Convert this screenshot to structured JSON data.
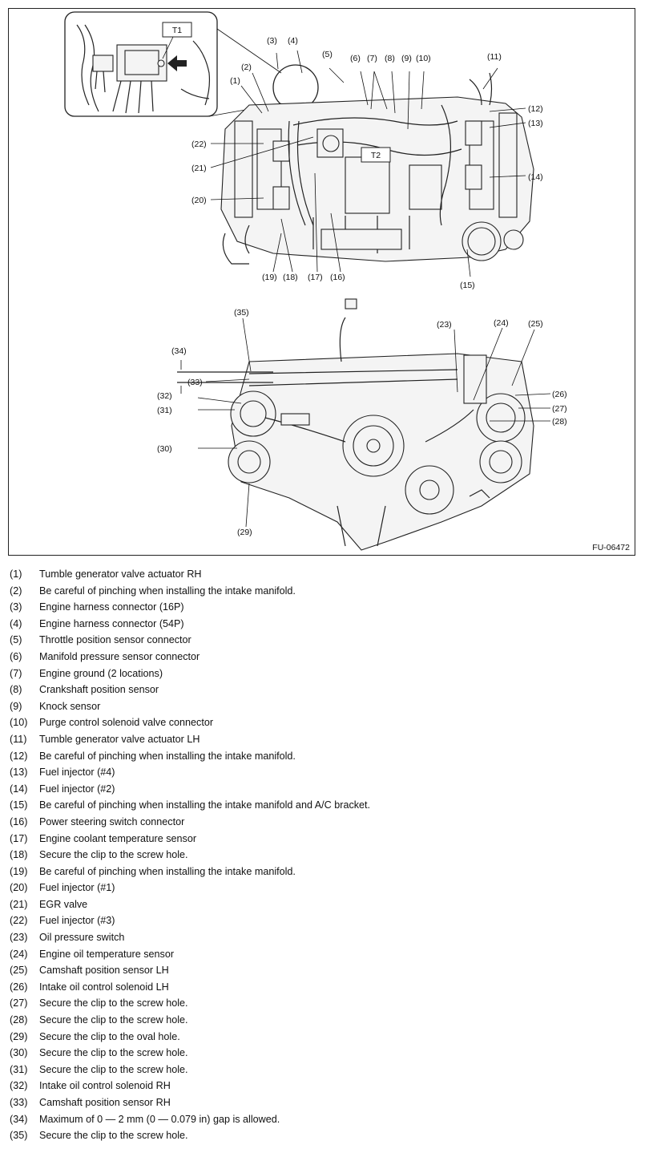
{
  "figure": {
    "code": "FU-06472",
    "inset_label": "T1",
    "center_label": "T2",
    "callouts": [
      "(1)",
      "(2)",
      "(3)",
      "(4)",
      "(5)",
      "(6)",
      "(7)",
      "(8)",
      "(9)",
      "(10)",
      "(11)",
      "(12)",
      "(13)",
      "(14)",
      "(15)",
      "(16)",
      "(17)",
      "(18)",
      "(19)",
      "(20)",
      "(21)",
      "(22)",
      "(23)",
      "(24)",
      "(25)",
      "(26)",
      "(27)",
      "(28)",
      "(29)",
      "(30)",
      "(31)",
      "(32)",
      "(33)",
      "(34)",
      "(35)"
    ]
  },
  "legend": [
    {
      "num": "(1)",
      "text": "Tumble generator valve actuator RH"
    },
    {
      "num": "(2)",
      "text": "Be careful of pinching when installing the intake manifold."
    },
    {
      "num": "(3)",
      "text": "Engine harness connector (16P)"
    },
    {
      "num": "(4)",
      "text": "Engine harness connector (54P)"
    },
    {
      "num": "(5)",
      "text": "Throttle position sensor connector"
    },
    {
      "num": "(6)",
      "text": "Manifold pressure sensor connector"
    },
    {
      "num": "(7)",
      "text": "Engine ground (2 locations)"
    },
    {
      "num": "(8)",
      "text": "Crankshaft position sensor"
    },
    {
      "num": "(9)",
      "text": "Knock sensor"
    },
    {
      "num": "(10)",
      "text": "Purge control solenoid valve connector"
    },
    {
      "num": "(11)",
      "text": "Tumble generator valve actuator LH"
    },
    {
      "num": "(12)",
      "text": "Be careful of pinching when installing the intake manifold."
    },
    {
      "num": "(13)",
      "text": "Fuel injector (#4)"
    },
    {
      "num": "(14)",
      "text": "Fuel injector (#2)"
    },
    {
      "num": "(15)",
      "text": "Be careful of pinching when installing the intake manifold and A/C bracket."
    },
    {
      "num": "(16)",
      "text": "Power steering switch connector"
    },
    {
      "num": "(17)",
      "text": "Engine coolant temperature sensor"
    },
    {
      "num": "(18)",
      "text": "Secure the clip to the screw hole."
    },
    {
      "num": "(19)",
      "text": "Be careful of pinching when installing the intake manifold."
    },
    {
      "num": "(20)",
      "text": "Fuel injector (#1)"
    },
    {
      "num": "(21)",
      "text": "EGR valve"
    },
    {
      "num": "(22)",
      "text": "Fuel injector (#3)"
    },
    {
      "num": "(23)",
      "text": "Oil pressure switch"
    },
    {
      "num": "(24)",
      "text": "Engine oil temperature sensor"
    },
    {
      "num": "(25)",
      "text": "Camshaft position sensor LH"
    },
    {
      "num": "(26)",
      "text": "Intake oil control solenoid LH"
    },
    {
      "num": "(27)",
      "text": "Secure the clip to the screw hole."
    },
    {
      "num": "(28)",
      "text": "Secure the clip to the screw hole."
    },
    {
      "num": "(29)",
      "text": "Secure the clip to the oval hole."
    },
    {
      "num": "(30)",
      "text": "Secure the clip to the screw hole."
    },
    {
      "num": "(31)",
      "text": "Secure the clip to the screw hole."
    },
    {
      "num": "(32)",
      "text": "Intake oil control solenoid RH"
    },
    {
      "num": "(33)",
      "text": "Camshaft position sensor RH"
    },
    {
      "num": "(34)",
      "text": "Maximum of 0 — 2 mm (0 — 0.079 in) gap is allowed."
    },
    {
      "num": "(35)",
      "text": "Secure the clip to the screw hole."
    }
  ]
}
